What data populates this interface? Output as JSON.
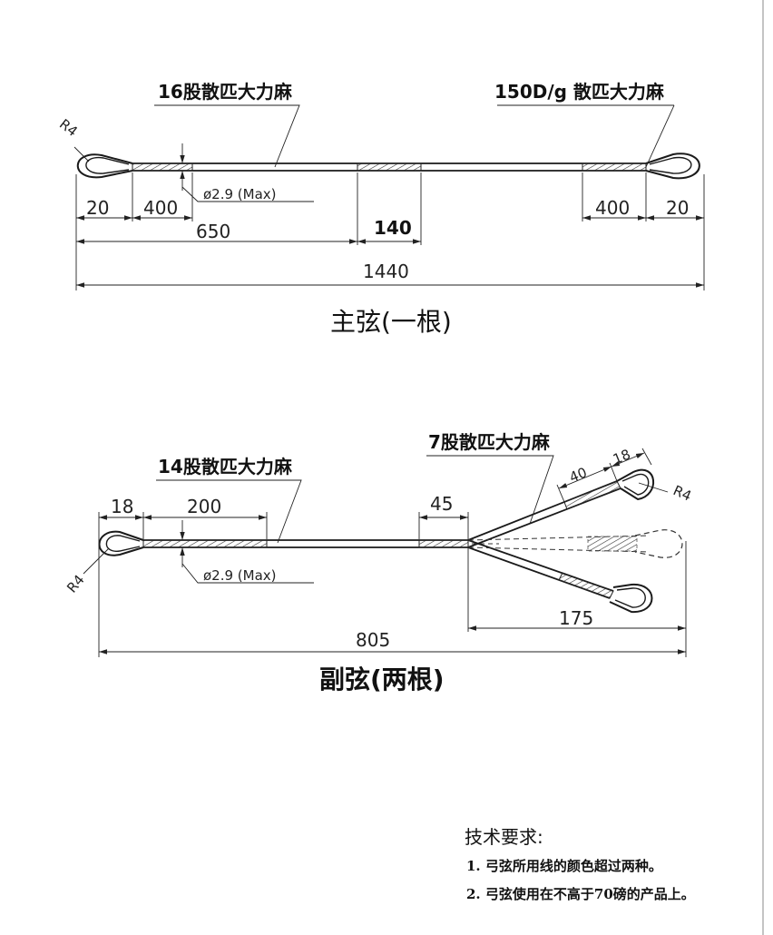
{
  "main_string": {
    "title": "主弦(一根)",
    "label_left": "16股散匹大力麻",
    "label_right": "150D/g 散匹大力麻",
    "radius": "R4",
    "dims": {
      "loop_left": "20",
      "serving_left": "400",
      "diameter": "ø2.9 (Max)",
      "to_center": "650",
      "center_serving": "140",
      "serving_right": "400",
      "loop_right": "20",
      "total": "1440"
    }
  },
  "sub_string": {
    "title": "副弦(两根)",
    "label_left": "14股散匹大力麻",
    "label_branch": "7股散匹大力麻",
    "radius_left": "R4",
    "radius_right": "R4",
    "dims": {
      "loop": "18",
      "serving": "200",
      "diameter": "ø2.9 (Max)",
      "junction_serving": "45",
      "branch_serving": "40",
      "branch_loop": "18",
      "branch_length": "175",
      "total": "805"
    }
  },
  "notes": {
    "title": "技术要求:",
    "items": [
      "1. 弓弦所用线的颜色超过两种。",
      "2. 弓弦使用在不高于70磅的产品上。"
    ]
  }
}
